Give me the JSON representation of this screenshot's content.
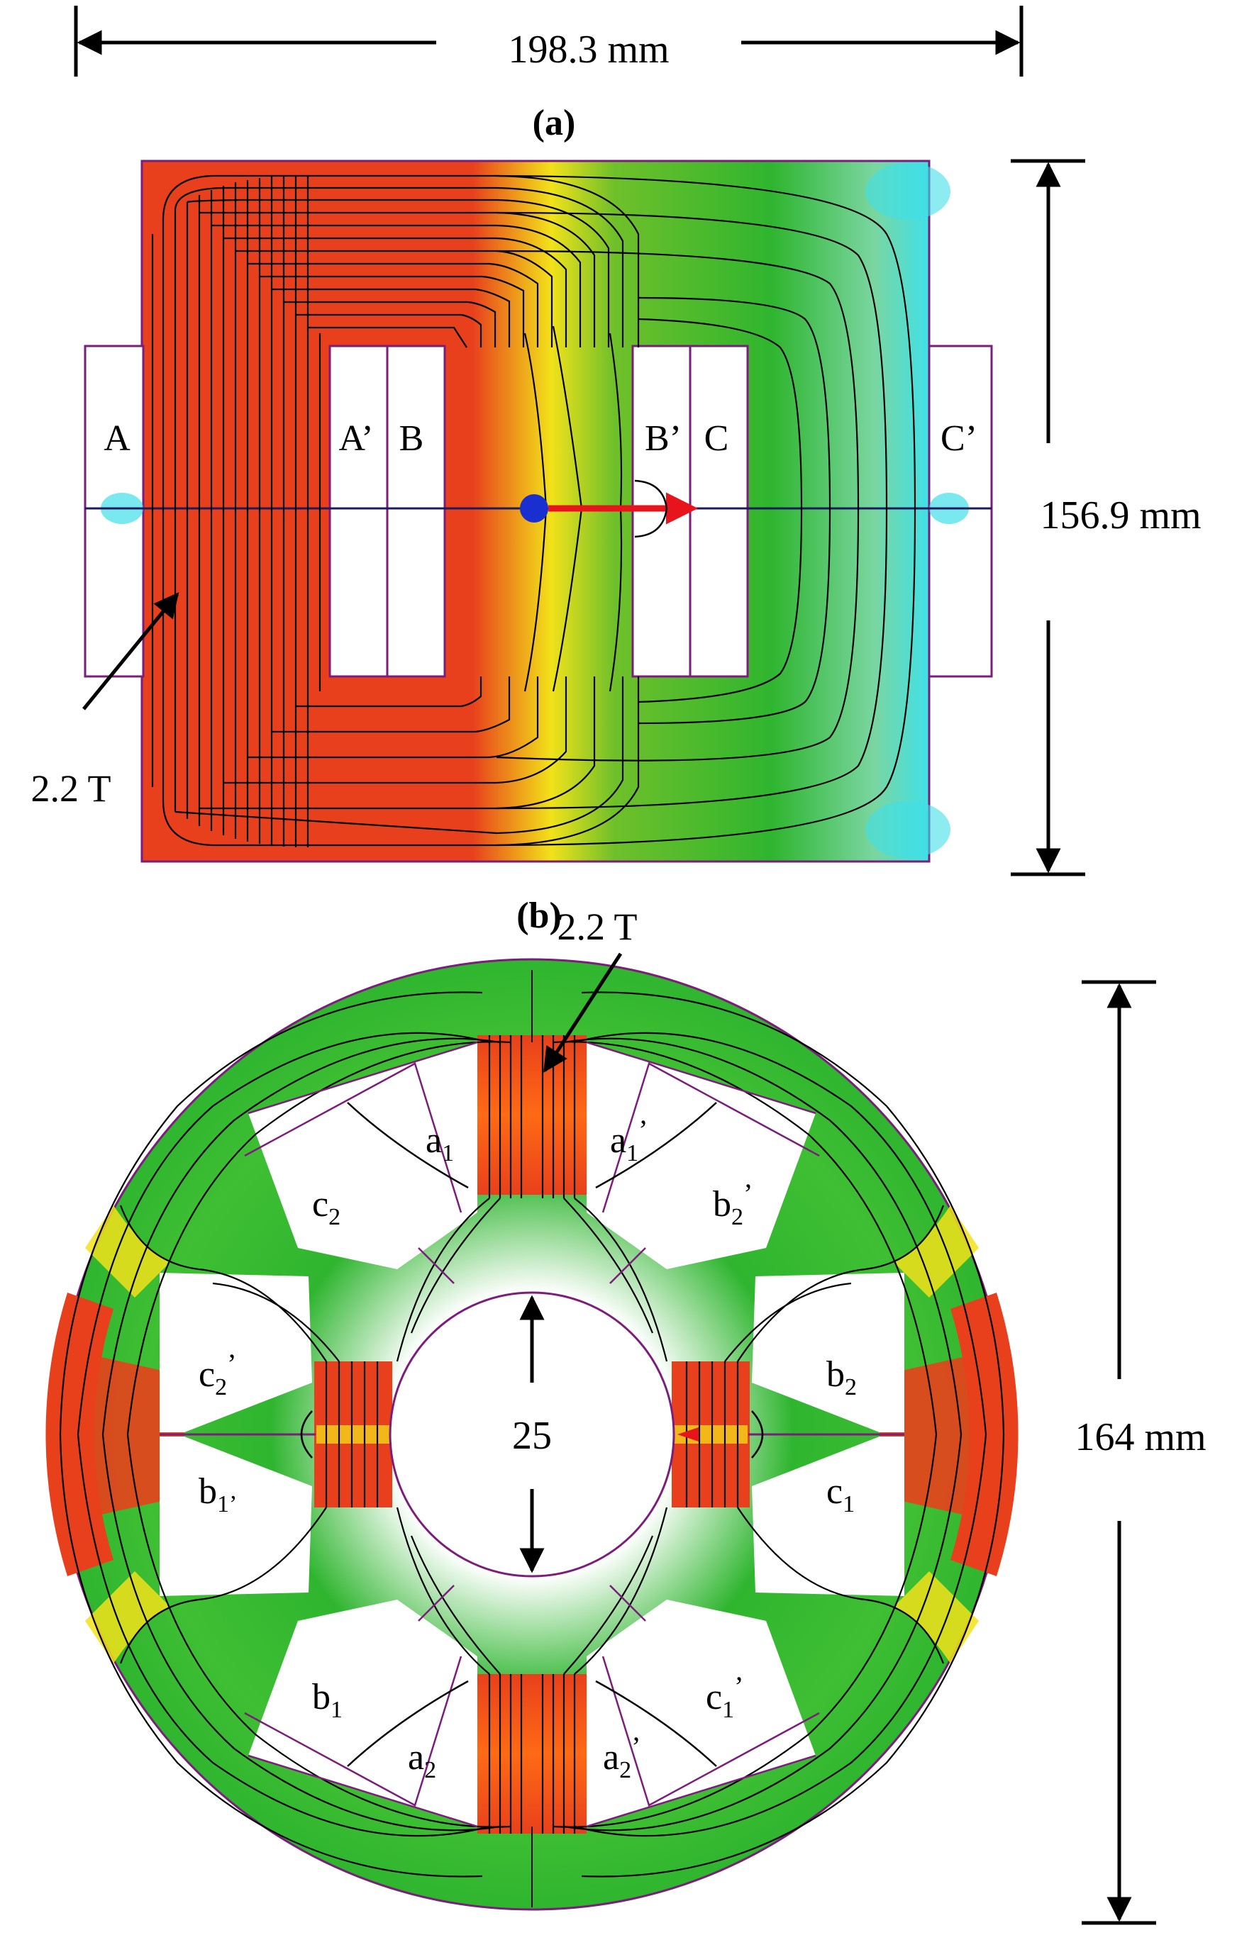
{
  "panel_a": {
    "label": "a",
    "width_dim": "198.3 mm",
    "height_dim": "156.9 mm",
    "flux_label": "2.2 T",
    "slots": [
      "A",
      "A’",
      "B",
      "B’",
      "C",
      "C’"
    ]
  },
  "panel_b": {
    "label": "b",
    "height_dim": "164 mm",
    "flux_label": "2.2 T",
    "bore_dim": "25",
    "coils": {
      "a1": {
        "base": "a",
        "sub": "1",
        "prime": ""
      },
      "a1p": {
        "base": "a",
        "sub": "1",
        "prime": "’"
      },
      "c2": {
        "base": "c",
        "sub": "2",
        "prime": ""
      },
      "b2p": {
        "base": "b",
        "sub": "2",
        "prime": "’"
      },
      "c2p": {
        "base": "c",
        "sub": "2",
        "prime": "’"
      },
      "b2": {
        "base": "b",
        "sub": "2",
        "prime": ""
      },
      "b1p": {
        "base": "b",
        "sub": "1’",
        "prime": ""
      },
      "c1": {
        "base": "c",
        "sub": "1",
        "prime": ""
      },
      "b1": {
        "base": "b",
        "sub": "1",
        "prime": ""
      },
      "c1p": {
        "base": "c",
        "sub": "1",
        "prime": "’"
      },
      "a2": {
        "base": "a",
        "sub": "2",
        "prime": ""
      },
      "a2p": {
        "base": "a",
        "sub": "2",
        "prime": "’"
      }
    }
  },
  "colors": {
    "flux_high": "#e8401c",
    "flux_mid": "#f2e21a",
    "flux_low": "#2fb52f",
    "flux_min": "#40e0e8",
    "outline": "#7b1d7b",
    "arrow_red": "#e8141c",
    "center_blue": "#1a2fd0"
  }
}
